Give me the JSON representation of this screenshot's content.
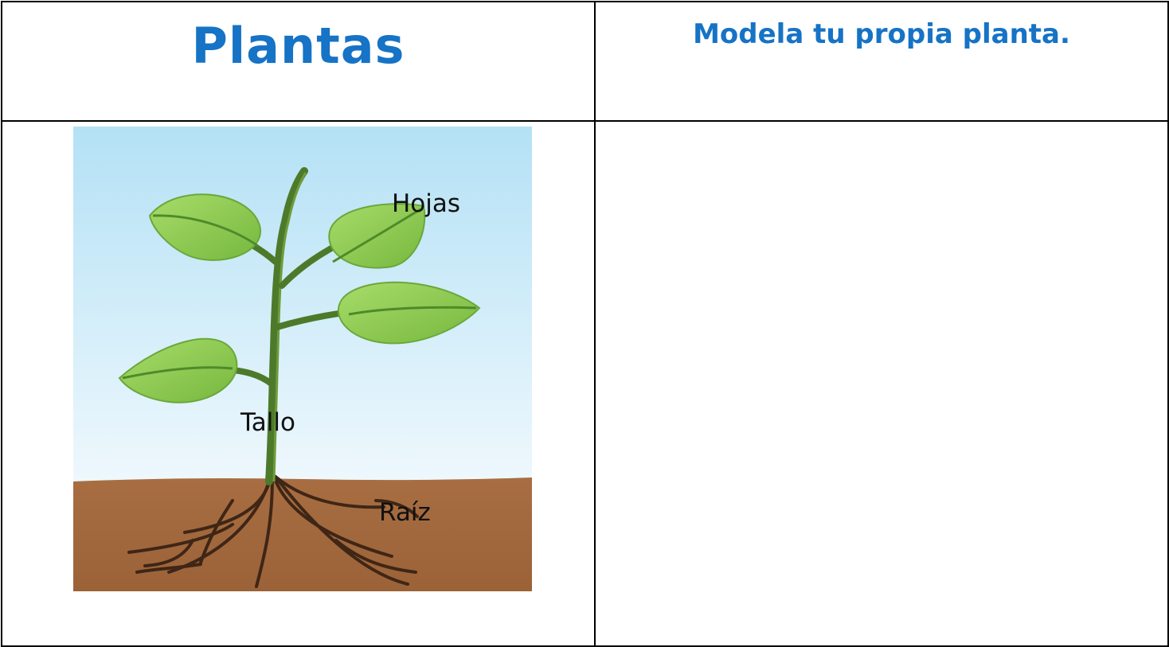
{
  "header": {
    "title": "Plantas",
    "subtitle": "Modela tu propia planta."
  },
  "diagram": {
    "labels": {
      "leaves": "Hojas",
      "stem": "Tallo",
      "root": "Raíz"
    }
  },
  "colors": {
    "heading": "#1673c6",
    "sky_top": "#b4e1f5",
    "soil": "#a0683e",
    "leaf": "#8fcb52",
    "stem": "#4d7a2a"
  }
}
